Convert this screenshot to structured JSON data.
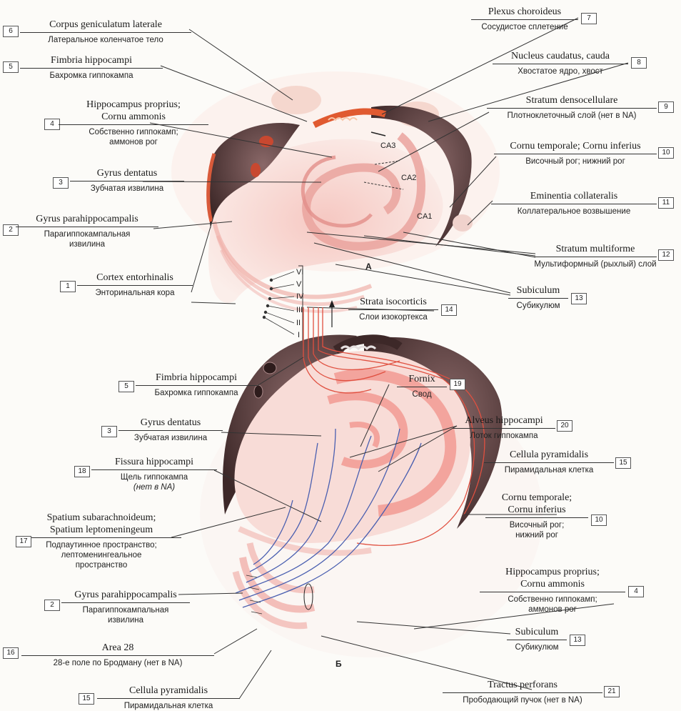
{
  "labels": [
    {
      "id": "l6",
      "num": "6",
      "lat": "Corpus geniculatum laterale",
      "ru": [
        "Латеральное коленчатое тело"
      ]
    },
    {
      "id": "l5a",
      "num": "5",
      "lat": "Fimbria hippocampi",
      "ru": [
        "Бахромка гиппокампа"
      ]
    },
    {
      "id": "l4a",
      "num": "4",
      "lat": "Hippocampus proprius; Cornu ammonis",
      "ru": [
        "Собственно гиппокамп;",
        "аммонов рог"
      ]
    },
    {
      "id": "l3a",
      "num": "3",
      "lat": "Gyrus dentatus",
      "ru": [
        "Зубчатая извилина"
      ]
    },
    {
      "id": "l2a",
      "num": "2",
      "lat": "Gyrus parahippocampalis",
      "ru": [
        "Парагиппокампальная",
        "извилина"
      ]
    },
    {
      "id": "l1",
      "num": "1",
      "lat": "Cortex entorhinalis",
      "ru": [
        "Энторинальная кора"
      ]
    },
    {
      "id": "l7",
      "num": "7",
      "lat": "Plexus choroideus",
      "ru": [
        "Сосудистое сплетение"
      ]
    },
    {
      "id": "l8",
      "num": "8",
      "lat": "Nucleus caudatus, cauda",
      "ru": [
        "Хвостатое ядро, хвост"
      ]
    },
    {
      "id": "l9",
      "num": "9",
      "lat": "Stratum densocellulare",
      "ru": [
        "Плотноклеточный слой (нет в NA)"
      ]
    },
    {
      "id": "l10a",
      "num": "10",
      "lat": "Cornu temporale; Cornu inferius",
      "ru": [
        "Височный рог; нижний рог"
      ]
    },
    {
      "id": "l11",
      "num": "11",
      "lat": "Eminentia collateralis",
      "ru": [
        "Коллатеральное возвышение"
      ]
    },
    {
      "id": "l12",
      "num": "12",
      "lat": "Stratum multiforme",
      "ru": [
        "Мультиформный (рыхлый) слой"
      ]
    },
    {
      "id": "l13a",
      "num": "13",
      "lat": "Subiculum",
      "ru": [
        "Субикулюм"
      ]
    },
    {
      "id": "l14",
      "num": "14",
      "lat": "Strata isocorticis",
      "ru": [
        "Слои изокортекса"
      ]
    },
    {
      "id": "l5b",
      "num": "5",
      "lat": "Fimbria hippocampi",
      "ru": [
        "Бахромка гиппокампа"
      ]
    },
    {
      "id": "l3b",
      "num": "3",
      "lat": "Gyrus dentatus",
      "ru": [
        "Зубчатая извилина"
      ]
    },
    {
      "id": "l18",
      "num": "18",
      "lat": "Fissura hippocampi",
      "ru": [
        "Щель гиппокампа",
        "(нет в NA)"
      ]
    },
    {
      "id": "l17",
      "num": "17",
      "lat": "Spatium subarachnoideum; Spatium leptomeningeum",
      "ru": [
        "Подпаутинное пространство;",
        "лептоменингеальное",
        "пространство"
      ]
    },
    {
      "id": "l2b",
      "num": "2",
      "lat": "Gyrus parahippocampalis",
      "ru": [
        "Парагиппокампальная",
        "извилина"
      ]
    },
    {
      "id": "l16",
      "num": "16",
      "lat": "Area 28",
      "ru": [
        "28-е поле по Бродману (нет в NA)"
      ]
    },
    {
      "id": "l15b",
      "num": "15",
      "lat": "Cellula pyramidalis",
      "ru": [
        "Пирамидальная клетка"
      ]
    },
    {
      "id": "l19",
      "num": "19",
      "lat": "Fornix",
      "ru": [
        "Свод"
      ]
    },
    {
      "id": "l20",
      "num": "20",
      "lat": "Alveus hippocampi",
      "ru": [
        "Лоток гиппокампа"
      ]
    },
    {
      "id": "l15a",
      "num": "15",
      "lat": "Cellula pyramidalis",
      "ru": [
        "Пирамидальная клетка"
      ]
    },
    {
      "id": "l10b",
      "num": "10",
      "lat": "Cornu temporale; Cornu inferius",
      "ru": [
        "Височный рог;",
        "нижний рог"
      ]
    },
    {
      "id": "l4b",
      "num": "4",
      "lat": "Hippocampus proprius; Cornu ammonis",
      "ru": [
        "Собственно гиппокамп;",
        "аммонов рог"
      ]
    },
    {
      "id": "l13b",
      "num": "13",
      "lat": "Subiculum",
      "ru": [
        "Субикулюм"
      ]
    },
    {
      "id": "l21",
      "num": "21",
      "lat": "Tractus perforans",
      "ru": [
        "Прободающий пучок (нет в NA)"
      ]
    }
  ],
  "figure_letters": {
    "a": "А",
    "b": "Б"
  },
  "ca_fields": [
    "CA3",
    "CA2",
    "CA1"
  ],
  "layers": [
    "VI",
    "V",
    "IV",
    "III",
    "II",
    "I"
  ],
  "colors": {
    "tissue": "#5a3a3a",
    "layer_pink": "#f2a6a4",
    "red_band": "#e0603a",
    "blue_fiber": "#4a5fb0",
    "red_fiber": "#e05040"
  }
}
